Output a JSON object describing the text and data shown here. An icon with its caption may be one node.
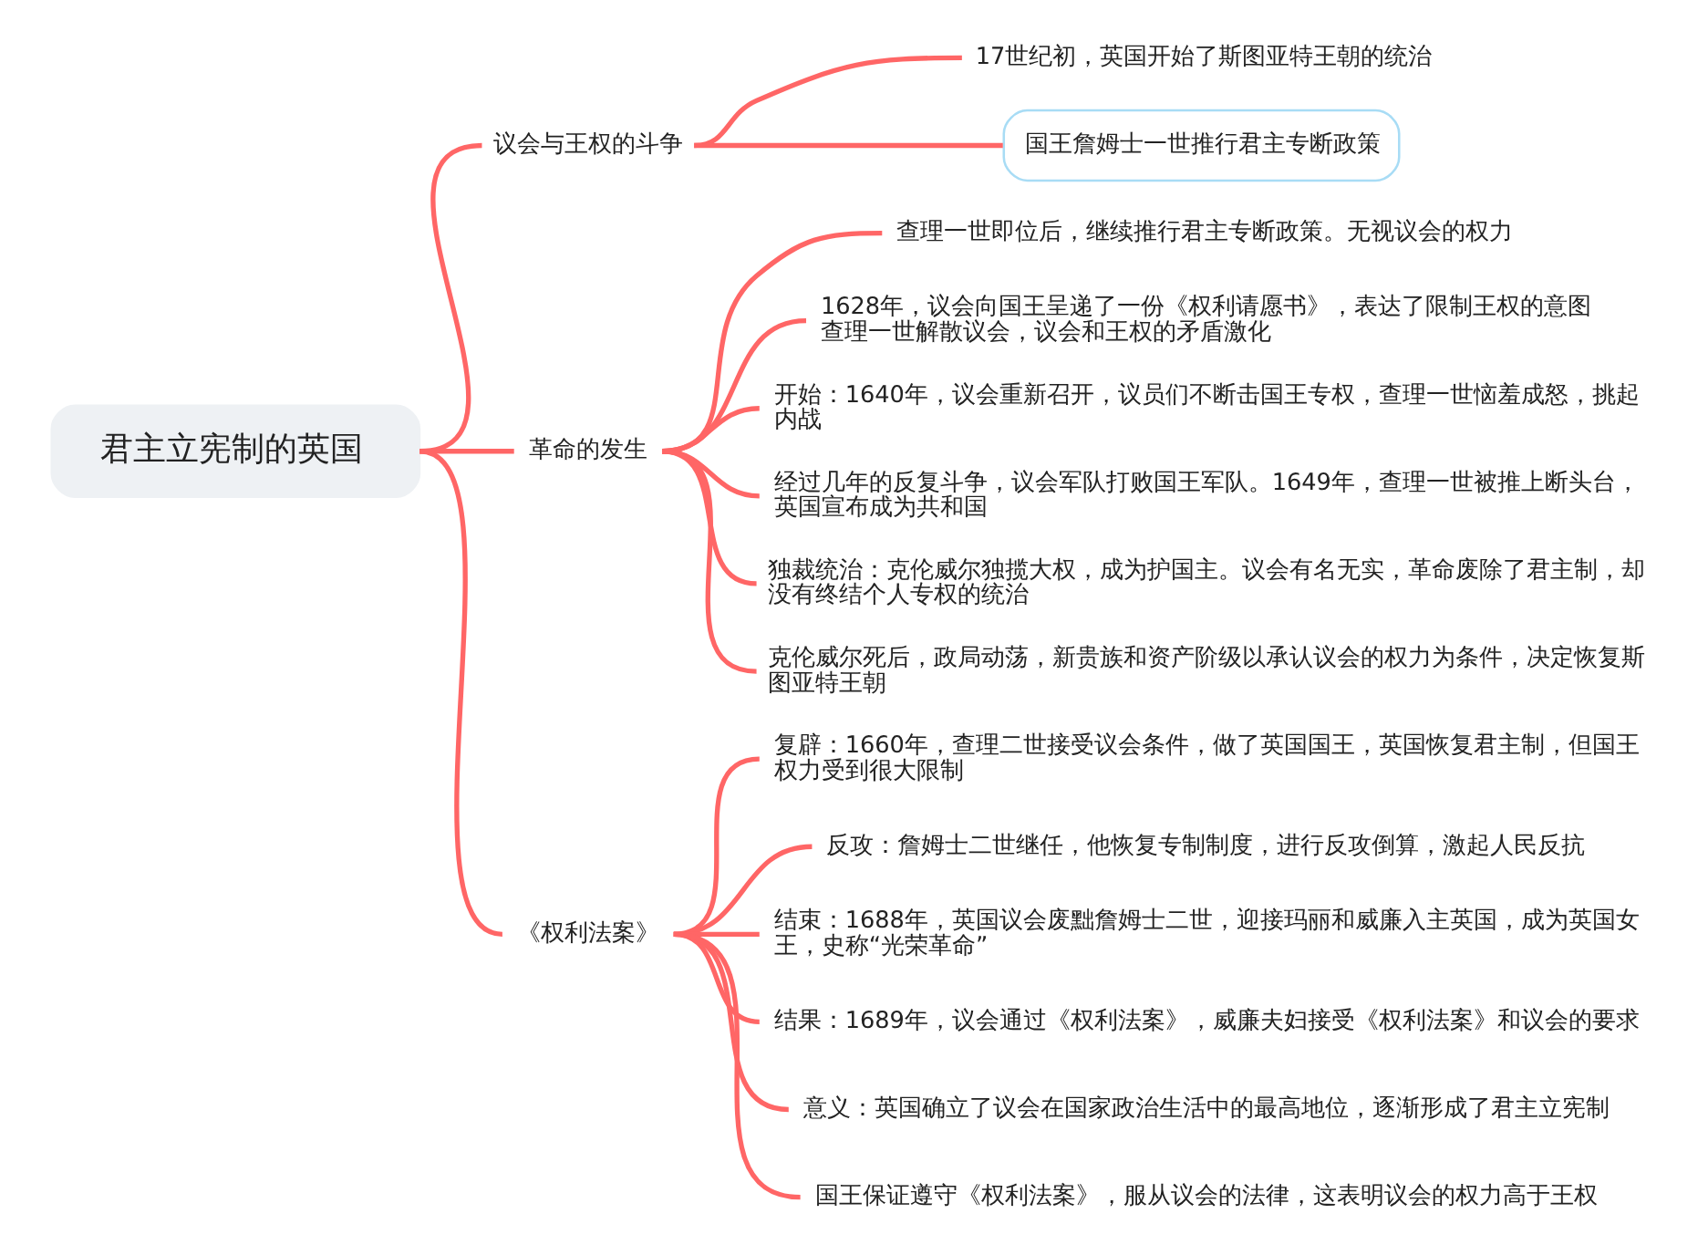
{
  "diagram": {
    "nodes": [
      {
        "text": [
          "君主立宪制的英国"
        ]
      },
      {
        "text": [
          "议会与王权的斗争"
        ]
      },
      {
        "text": [
          "17世纪初，英国开始了斯图亚特王朝的统治"
        ]
      },
      {
        "text": [
          "国王詹姆士一世推行君主专断政策"
        ]
      },
      {
        "text": [
          "革命的发生"
        ]
      },
      {
        "text": [
          "查理一世即位后，继续推行君主专断政策。无视议会的权力"
        ]
      },
      {
        "text": [
          "1628年，议会向国王呈递了一份《权利请愿书》，表达了限制王权的意图",
          "查理一世解散议会，议会和王权的矛盾激化"
        ]
      },
      {
        "text": [
          "开始：1640年，议会重新召开，议员们不断击国王专权，查理一世恼羞成怒，挑起内战"
        ]
      },
      {
        "text": [
          "经过几年的反复斗争，议会军队打败国王军队。1649年，查理一世被推上断头台，英国宣布成为共和国"
        ]
      },
      {
        "text": [
          "独裁统治：克伦威尔独揽大权，成为护国主。议会有名无实，革命废除了君主制，却没有终结个人专权的统治"
        ]
      },
      {
        "text": [
          "克伦威尔死后，政局动荡，新贵族和资产阶级以承认议会的权力为条件，决定恢复斯图亚特王朝"
        ]
      },
      {
        "text": [
          "《权利法案》"
        ]
      },
      {
        "text": [
          "复辟：1660年，查理二世接受议会条件，做了英国国王，英国恢复君主制，但国王权力受到很大限制"
        ]
      },
      {
        "text": [
          "反攻：詹姆士二世继任，他恢复专制制度，进行反攻倒算，激起人民反抗"
        ]
      },
      {
        "text": [
          "结束：1688年，英国议会废黜詹姆士二世，迎接玛丽和威廉入主英国，成为英国女王，史称“光荣革命”"
        ]
      },
      {
        "text": [
          "结果：1689年，议会通过《权利法案》，威廉夫妇接受《权利法案》和议会的要求"
        ]
      },
      {
        "text": [
          "意义：英国确立了议会在国家政治生活中的最高地位，逐渐形成了君主立宪制"
        ]
      },
      {
        "text": [
          "国王保证遵守《权利法案》，服从议会的法律，这表明议会的权力高于王权"
        ]
      }
    ],
    "edges": [
      {
        "from": 0,
        "to": 1,
        "arrow": "none"
      },
      {
        "from": 1,
        "to": 2,
        "arrow": "none"
      },
      {
        "from": 1,
        "to": 3,
        "arrow": "none"
      },
      {
        "from": 0,
        "to": 4,
        "arrow": "none"
      },
      {
        "from": 4,
        "to": 5,
        "arrow": "none"
      },
      {
        "from": 4,
        "to": 6,
        "arrow": "none"
      },
      {
        "from": 4,
        "to": 7,
        "arrow": "none"
      },
      {
        "from": 4,
        "to": 8,
        "arrow": "none"
      },
      {
        "from": 4,
        "to": 9,
        "arrow": "none"
      },
      {
        "from": 4,
        "to": 10,
        "arrow": "none"
      },
      {
        "from": 0,
        "to": 11,
        "arrow": "none"
      },
      {
        "from": 11,
        "to": 12,
        "arrow": "none"
      },
      {
        "from": 11,
        "to": 13,
        "arrow": "none"
      },
      {
        "from": 11,
        "to": 14,
        "arrow": "none"
      },
      {
        "from": 11,
        "to": 15,
        "arrow": "none"
      },
      {
        "from": 11,
        "to": 16,
        "arrow": "none"
      },
      {
        "from": 11,
        "to": 17,
        "arrow": "none"
      }
    ]
  }
}
